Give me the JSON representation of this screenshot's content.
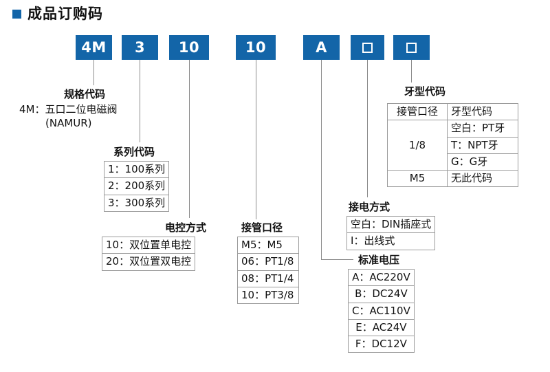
{
  "header": {
    "title": "成品订购码",
    "bullet_color": "#1365a8"
  },
  "code_boxes": [
    {
      "value": "4M",
      "empty": false
    },
    {
      "value": "3",
      "empty": false
    },
    {
      "value": "10",
      "empty": false
    },
    {
      "value": "10",
      "empty": false
    },
    {
      "value": "A",
      "empty": false
    },
    {
      "value": "",
      "empty": true
    },
    {
      "value": "",
      "empty": true
    }
  ],
  "spec_code": {
    "caption": "规格代码",
    "lines": [
      "4M：五口二位电磁阀",
      "(NAMUR)"
    ]
  },
  "series_code": {
    "caption": "系列代码",
    "rows": [
      "1：100系列",
      "2：200系列",
      "3：300系列"
    ]
  },
  "control_code": {
    "caption": "电控方式",
    "rows": [
      "10：双位置单电控",
      "20：双位置双电控"
    ]
  },
  "port_code": {
    "caption": "接管口径",
    "rows": [
      "M5：M5",
      "06：PT1/8",
      "08：PT1/4",
      "10：PT3/8"
    ]
  },
  "wiring_code": {
    "caption": "接电方式",
    "rows": [
      "空白：DIN插座式",
      "I：出线式"
    ]
  },
  "voltage_code": {
    "caption": "标准电压",
    "rows": [
      "A：AC220V",
      "B：DC24V",
      "C：AC110V",
      "E：AC24V",
      "F：DC12V"
    ]
  },
  "thread_code": {
    "caption": "牙型代码",
    "headers": [
      "接管口径",
      "牙型代码"
    ],
    "groups": [
      {
        "port": "1/8",
        "threads": [
          "空白：PT牙",
          "T：NPT牙",
          "G：G牙"
        ]
      },
      {
        "port": "M5",
        "threads": [
          "无此代码"
        ]
      }
    ]
  }
}
